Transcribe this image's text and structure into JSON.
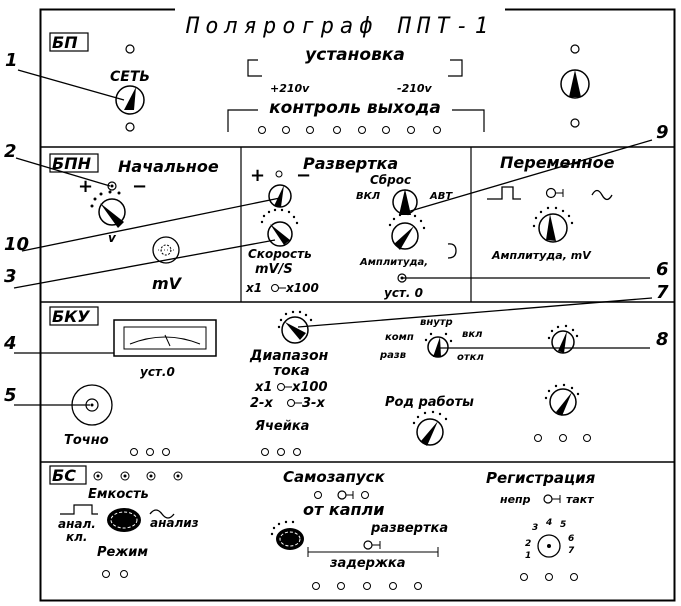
{
  "device_title": "Полярограф ППТ-1",
  "callouts": [
    "1",
    "2",
    "3",
    "4",
    "5",
    "6",
    "7",
    "8",
    "9",
    "10"
  ],
  "bp": {
    "block_label": "БП",
    "setup_label": "установка",
    "power_label": "СЕТЬ",
    "plus210": "+210v",
    "minus210": "-210v",
    "output_control": "контроль выхода"
  },
  "bpn": {
    "block_label": "БПН",
    "initial_label": "Начальное",
    "plus": "+",
    "minus": "−",
    "v_label": "v",
    "mv_label": "mV"
  },
  "sweep": {
    "title": "Развертка",
    "plus": "+",
    "minus": "−",
    "reset": "Сброс",
    "on": "ВКЛ",
    "auto": "АВТ",
    "speed": "Скорость",
    "speed_unit": "mV/S",
    "x1": "x1",
    "x100": "x100",
    "amplitude": "Амплитуда,",
    "zero_set": "уст. 0"
  },
  "alternating": {
    "title": "Переменное",
    "amplitude": "Амплитуда, mV"
  },
  "bku": {
    "block_label": "БКУ",
    "meter_zero": "уст.0",
    "fine": "Точно",
    "range": "Диапазон",
    "current": "тока",
    "x1": "x1",
    "x100": "x100",
    "two_x": "2-x",
    "three_x": "3-x",
    "cell": "Ячейка",
    "internal": "внутр",
    "comp": "комп",
    "on": "вкл",
    "sweep": "разв",
    "off": "откл",
    "mode": "Род работы"
  },
  "bs": {
    "block_label": "БС",
    "capacity": "Емкость",
    "anal": "анал.",
    "kl": "кл.",
    "analysis": "анализ",
    "mode": "Режим",
    "self_start": "Самозапуск",
    "from_drop": "от капли",
    "sweep": "развертка",
    "delay": "задержка",
    "registration": "Регистрация",
    "continuous": "непр",
    "tact": "такт",
    "positions": [
      "1",
      "2",
      "3",
      "4",
      "5",
      "6",
      "7"
    ]
  }
}
